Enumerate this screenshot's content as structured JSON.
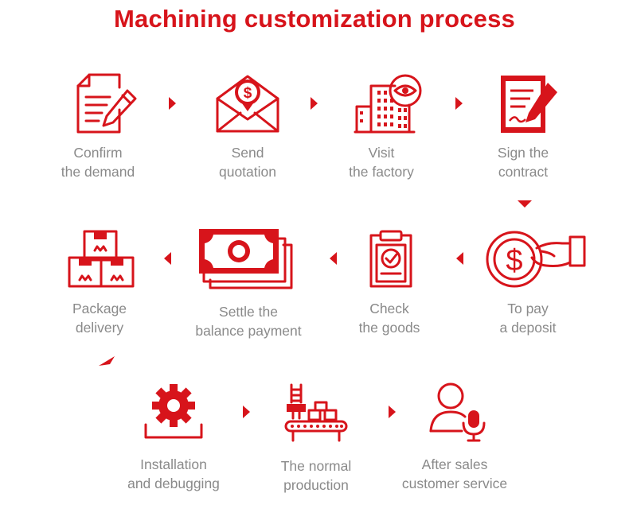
{
  "title": "Machining customization process",
  "colors": {
    "accent": "#d7141b",
    "label": "#8a8a8a",
    "background": "#ffffff"
  },
  "steps": [
    {
      "icon": "document-pen-icon",
      "line1": "Confirm",
      "line2": "the demand"
    },
    {
      "icon": "envelope-dollar-icon",
      "line1": "Send",
      "line2": "quotation"
    },
    {
      "icon": "factory-eye-icon",
      "line1": "Visit",
      "line2": "the factory"
    },
    {
      "icon": "contract-sign-icon",
      "line1": "Sign the",
      "line2": "contract"
    },
    {
      "icon": "hand-coin-icon",
      "line1": "To pay",
      "line2": "a deposit"
    },
    {
      "icon": "clipboard-check-icon",
      "line1": "Check",
      "line2": "the goods"
    },
    {
      "icon": "banknotes-icon",
      "line1": "Settle the",
      "line2": "balance payment"
    },
    {
      "icon": "boxes-icon",
      "line1": "Package",
      "line2": "delivery"
    },
    {
      "icon": "gear-install-icon",
      "line1": "Installation",
      "line2": "and debugging"
    },
    {
      "icon": "conveyor-production-icon",
      "line1": "The normal",
      "line2": "production"
    },
    {
      "icon": "customer-service-icon",
      "line1": "After sales",
      "line2": "customer service"
    }
  ]
}
